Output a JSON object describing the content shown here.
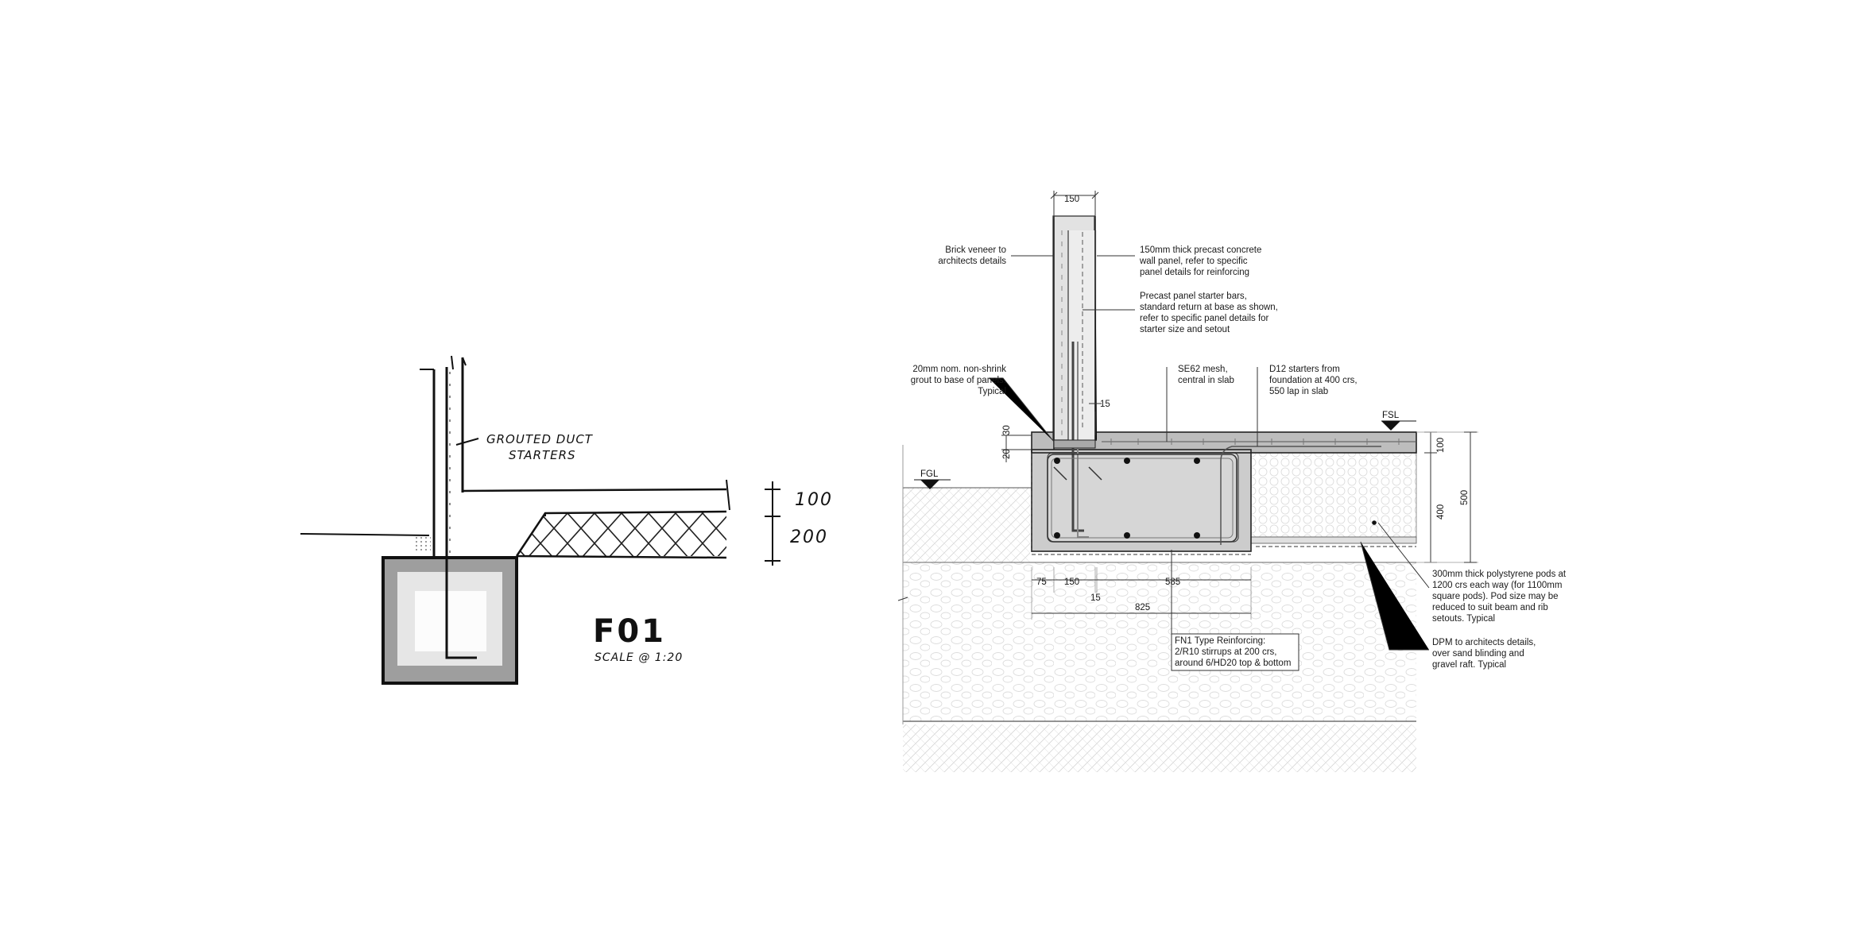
{
  "sketch": {
    "annotation_line1": "GROUTED DUCT",
    "annotation_line2": "STARTERS",
    "dim_slab": "100",
    "dim_pod": "200",
    "title": "F01",
    "scale": "SCALE @ 1:20"
  },
  "detail": {
    "dims": {
      "wall_width": "150",
      "starter_cover": "15",
      "grout_30": "30",
      "grout_20": "20",
      "slab_100": "100",
      "beam_400": "400",
      "total_500": "500",
      "edge_75": "75",
      "mid_150": "150",
      "mid_15": "15",
      "mid_585": "585",
      "total_825": "825"
    },
    "levels": {
      "fsl": "FSL",
      "fgl": "FGL"
    },
    "labels": {
      "brick_1": "Brick veneer to",
      "brick_2": "architects details",
      "panel_1": "150mm thick precast concrete",
      "panel_2": "wall panel, refer to specific",
      "panel_3": "panel details for reinforcing",
      "starter_1": "Precast panel starter bars,",
      "starter_2": "standard return at base as shown,",
      "starter_3": "refer to specific panel details for",
      "starter_4": "starter size and setout",
      "grout_1": "20mm nom. non-shrink",
      "grout_2": "grout to base of panels.",
      "grout_3": "Typical",
      "mesh_1": "SE62 mesh,",
      "mesh_2": "central in slab",
      "d12_1": "D12 starters from",
      "d12_2": "foundation at 400 crs,",
      "d12_3": "550 lap in slab",
      "pods_1": "300mm thick polystyrene pods at",
      "pods_2": "1200 crs each way (for 1100mm",
      "pods_3": "square pods). Pod size may be",
      "pods_4": "reduced to suit beam and rib",
      "pods_5": "setouts. Typical",
      "dpm_1": "DPM to architects details,",
      "dpm_2": "over sand blinding and",
      "dpm_3": "gravel raft. Typical",
      "fn1_1": "FN1 Type Reinforcing:",
      "fn1_2": "2/R10 stirrups at 200 crs,",
      "fn1_3": "around 6/HD20 top & bottom"
    }
  },
  "colors": {
    "concrete": "#cfcfcf",
    "concrete_dark": "#b8b8b8",
    "soil": "#f0f0f0",
    "ink": "#111111"
  }
}
